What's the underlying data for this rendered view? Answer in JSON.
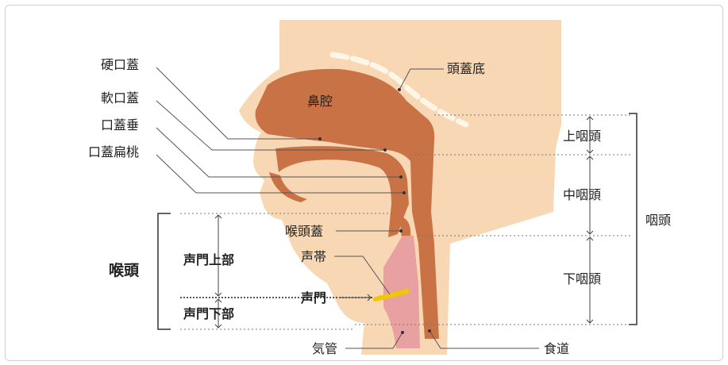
{
  "labels": {
    "hard_palate": "硬口蓋",
    "soft_palate": "軟口蓋",
    "uvula": "口蓋垂",
    "tonsil": "口蓋扁桃",
    "skull_base": "頭蓋底",
    "nasal_cavity": "鼻腔",
    "epiglottis": "喉頭蓋",
    "vocal_cord": "声帯",
    "larynx": "喉頭",
    "supraglottis": "声門上部",
    "glottis": "声門",
    "subglottis": "声門下部",
    "trachea": "気管",
    "esophagus": "食道",
    "epipharynx": "上咽頭",
    "mesopharynx": "中咽頭",
    "hypopharynx": "下咽頭",
    "pharynx": "咽頭"
  },
  "colors": {
    "skin": "#f8d8b4",
    "tissue": "#c97245",
    "trachea": "#e8a0a0",
    "vocal_cord": "#f0c800",
    "bone": "#fff6e8"
  }
}
